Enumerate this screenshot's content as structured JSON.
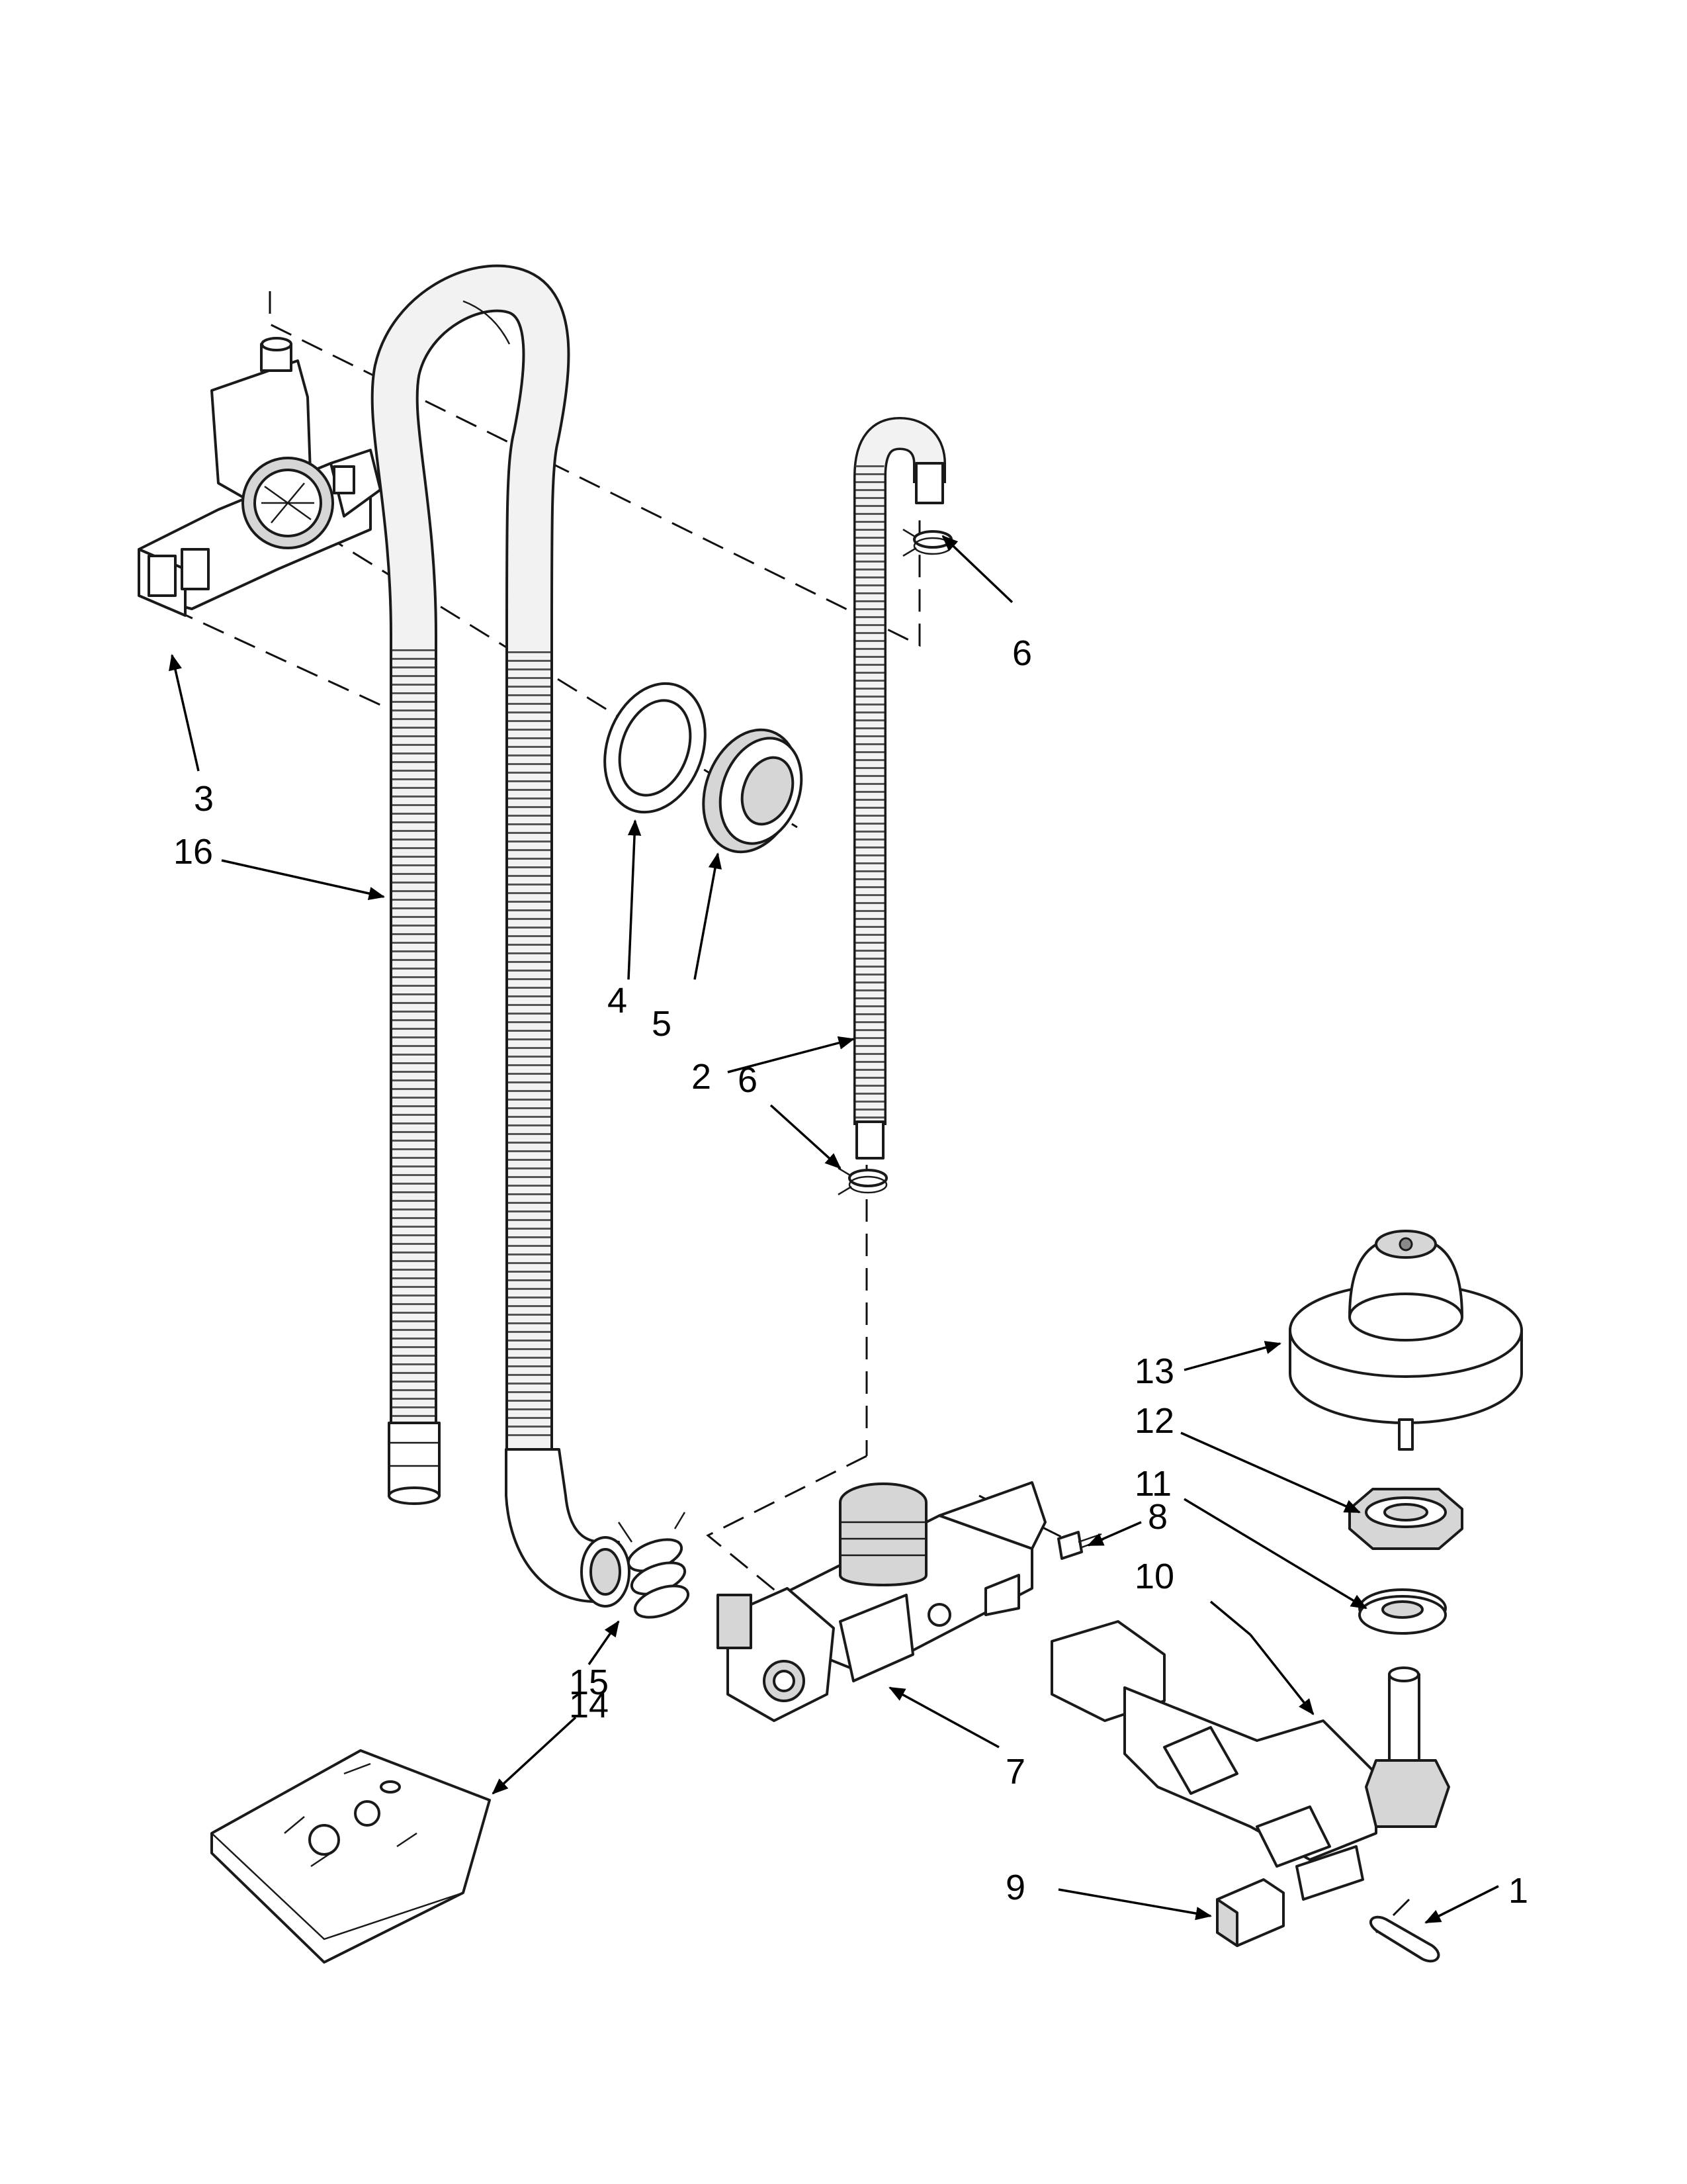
{
  "callouts": [
    {
      "id": "1",
      "label": "1"
    },
    {
      "id": "2",
      "label": "2"
    },
    {
      "id": "3",
      "label": "3"
    },
    {
      "id": "4",
      "label": "4"
    },
    {
      "id": "5",
      "label": "5"
    },
    {
      "id": "6a",
      "label": "6"
    },
    {
      "id": "6b",
      "label": "6"
    },
    {
      "id": "7",
      "label": "7"
    },
    {
      "id": "8",
      "label": "8"
    },
    {
      "id": "9",
      "label": "9"
    },
    {
      "id": "10",
      "label": "10"
    },
    {
      "id": "11",
      "label": "11"
    },
    {
      "id": "12",
      "label": "12"
    },
    {
      "id": "13",
      "label": "13"
    },
    {
      "id": "14",
      "label": "14"
    },
    {
      "id": "15",
      "label": "15"
    },
    {
      "id": "16",
      "label": "16"
    }
  ]
}
